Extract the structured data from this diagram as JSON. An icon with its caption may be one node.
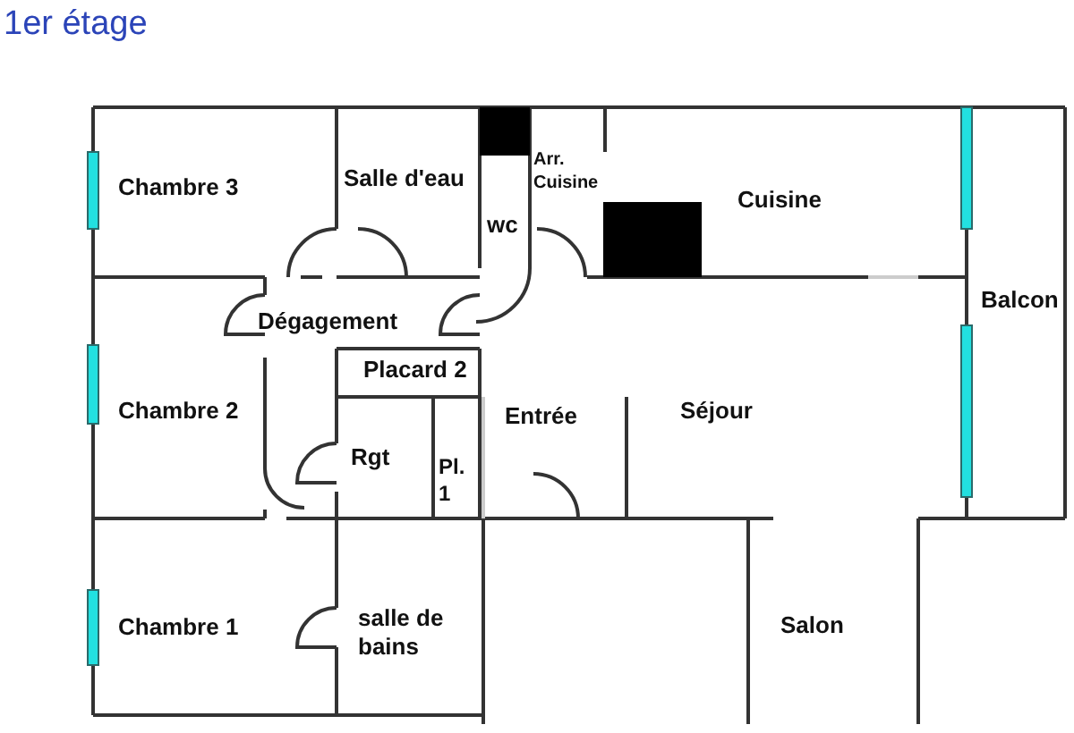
{
  "diagram": {
    "title": "1er étage",
    "labels": [
      "Chambre 3",
      "Salle d'eau",
      "Arr. Cuisine",
      "wc",
      "Cuisine",
      "Dégagement",
      "Balcon",
      "Placard 2",
      "Chambre 2",
      "Entrée",
      "Séjour",
      "Rgt",
      "Pl. 1",
      "Chambre 1",
      "salle de bains",
      "Salon"
    ]
  }
}
